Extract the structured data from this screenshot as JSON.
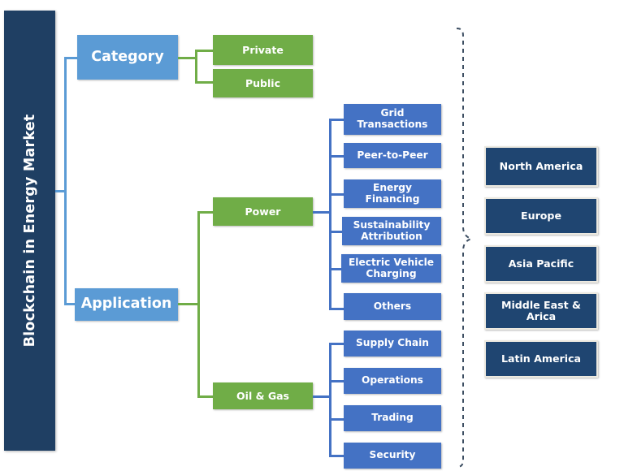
{
  "title": {
    "text": "Blockchain in Energy Market"
  },
  "colors": {
    "navy": "#1f3f63",
    "light_blue": "#5b9bd5",
    "green": "#70ad47",
    "medium_blue": "#4472c4",
    "region_navy": "#1f4571"
  },
  "branches": [
    {
      "label": "Category"
    },
    {
      "label": "Application"
    }
  ],
  "category_children": [
    {
      "label": "Private"
    },
    {
      "label": "Public"
    }
  ],
  "application_children": [
    {
      "label": "Power"
    },
    {
      "label": "Oil & Gas"
    }
  ],
  "power_children": [
    {
      "label": "Grid Transactions"
    },
    {
      "label": "Peer-to-Peer"
    },
    {
      "label": "Energy Financing"
    },
    {
      "label": "Sustainability Attribution"
    },
    {
      "label": "Electric Vehicle Charging"
    },
    {
      "label": "Others"
    }
  ],
  "oil_gas_children": [
    {
      "label": "Supply Chain"
    },
    {
      "label": "Operations"
    },
    {
      "label": "Trading"
    },
    {
      "label": "Security"
    }
  ],
  "regions": [
    {
      "label": "North America"
    },
    {
      "label": "Europe"
    },
    {
      "label": "Asia Pacific"
    },
    {
      "label": "Middle East & Arica"
    },
    {
      "label": "Latin America"
    }
  ]
}
